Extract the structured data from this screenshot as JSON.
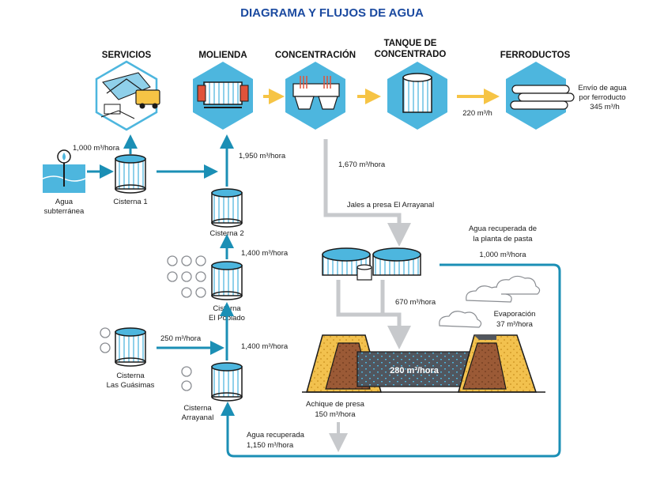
{
  "title": "DIAGRAMA Y FLUJOS DE AGUA",
  "stages": {
    "servicios": "SERVICIOS",
    "molienda": "MOLIENDA",
    "concentracion": "CONCENTRACIÓN",
    "tanque_1": "TANQUE DE",
    "tanque_2": "CONCENTRADO",
    "ferroductos": "FERRODUCTOS"
  },
  "nodes": {
    "agua_sub_1": "Agua",
    "agua_sub_2": "subterránea",
    "cisterna1": "Cisterna 1",
    "cisterna2": "Cisterna 2",
    "poblado_1": "Cisterna",
    "poblado_2": "El Poblado",
    "guasimas_1": "Cisterna",
    "guasimas_2": "Las Guásimas",
    "arrayanal_1": "Cisterna",
    "arrayanal_2": "Arrayanal",
    "jales": "Jales a presa El Arrayanal",
    "recuperada_pasta_1": "Agua recuperada de",
    "recuperada_pasta_2": "la planta de pasta",
    "evaporacion": "Evaporación",
    "achique": "Achique de presa",
    "agua_recuperada": "Agua recuperada",
    "envio_1": "Envío de agua",
    "envio_2": "por ferroducto",
    "presa_value": "280 m³/hora"
  },
  "flows": {
    "sub_to_servicios": "1,000 m³/hora",
    "to_molienda": "1,950 m³/hora",
    "concentracion_to_jales": "1,670 m³/hora",
    "to_ferroducto": "220 m³/h",
    "envio_ferroducto": "345 m³/h",
    "pasta": "1,000 m³/hora",
    "poblado_to_c2": "1,400 m³/hora",
    "espesador_to_presa": "670 m³/hora",
    "evaporacion": "37 m³/hora",
    "guasimas": "250 m³/hora",
    "arrayanal_to_poblado": "1,400 m³/hora",
    "achique": "150 m³/hora",
    "recuperada": "1,150 m³/hora"
  },
  "colors": {
    "blue_hex": "#4db6de",
    "pipe": "#1b8fb5",
    "yellow": "#f6c445",
    "grey_pipe": "#c7c9cc",
    "title": "#1b4aa0",
    "water": "#51565e",
    "dam_brown": "#9b5a36",
    "dam_yellow": "#f2c14e"
  }
}
